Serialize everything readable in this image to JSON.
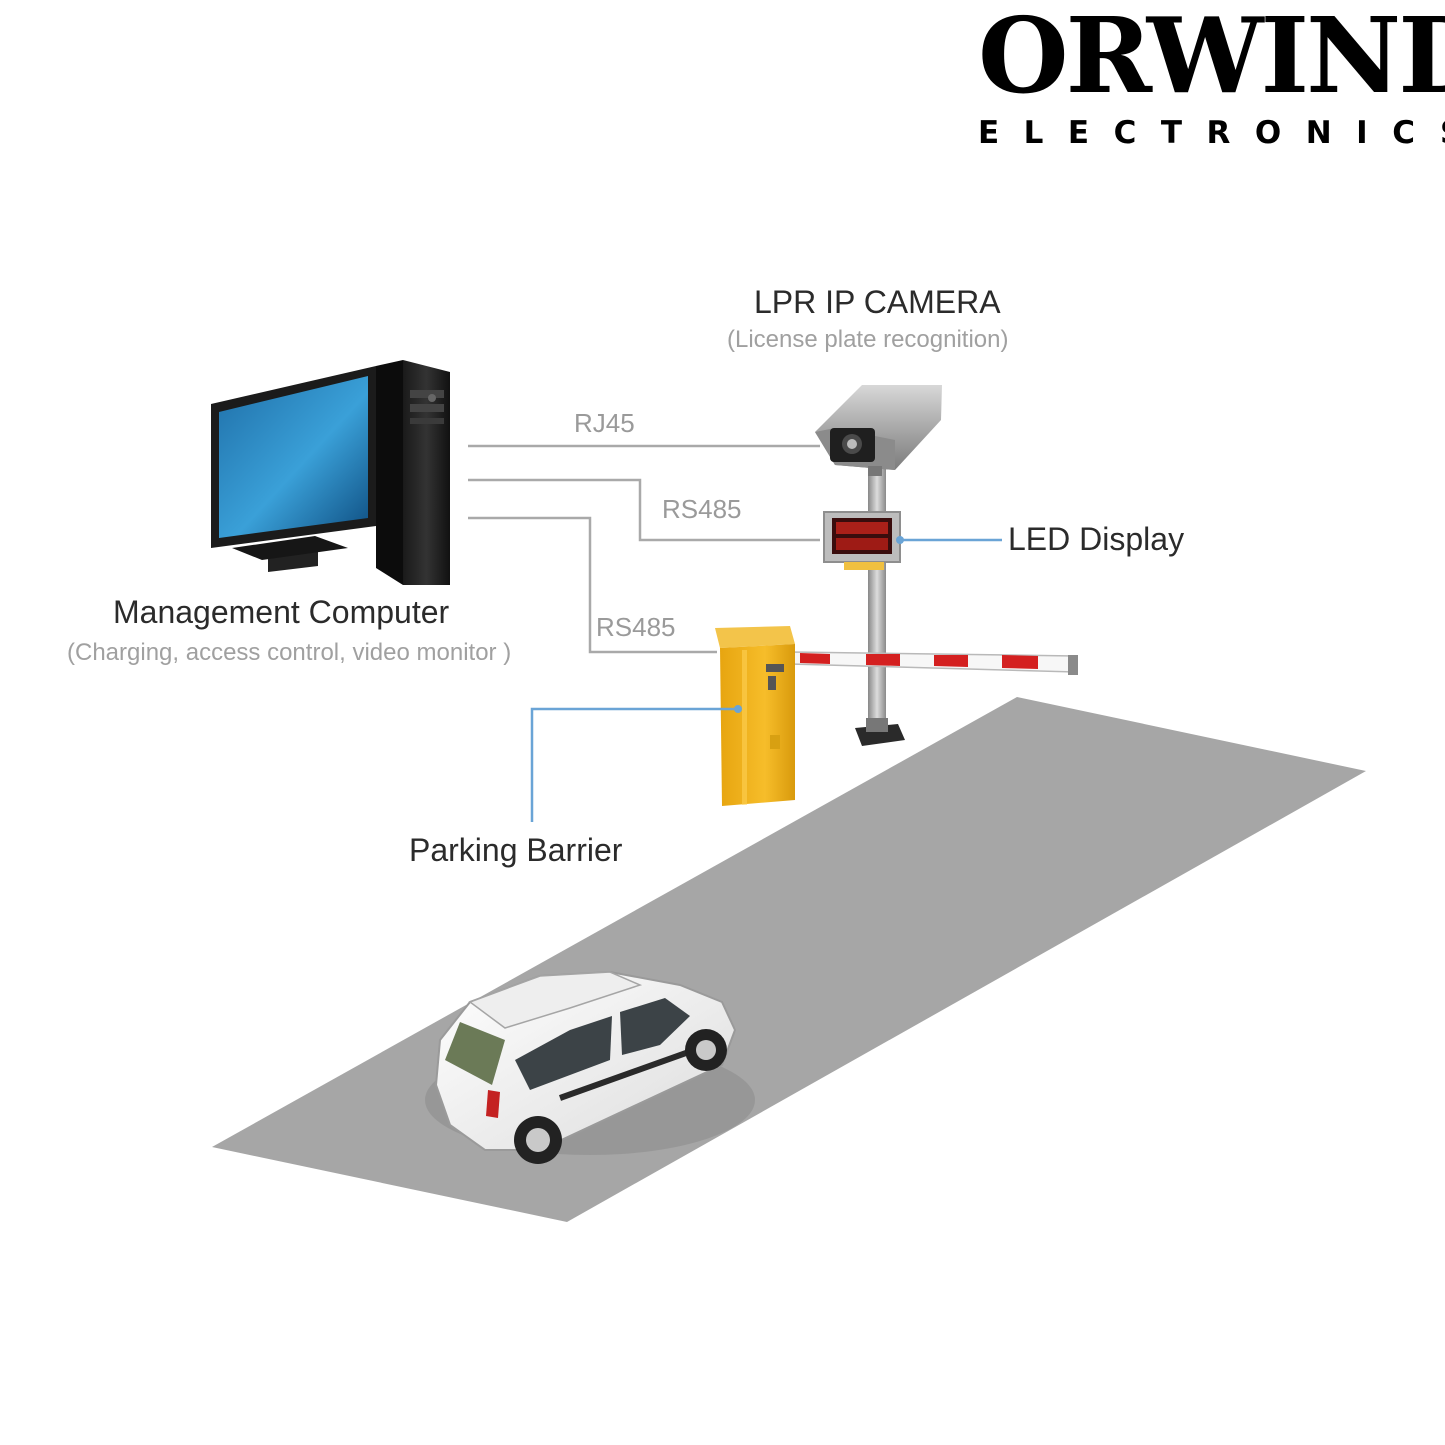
{
  "brand": {
    "name": "ORWIND",
    "tagline": "ELECTRONICS"
  },
  "labels": {
    "camera_title": "LPR IP CAMERA",
    "camera_subtitle": "(License plate recognition)",
    "computer_title": "Management Computer",
    "computer_subtitle": "(Charging, access control, video monitor )",
    "led_display": "LED Display",
    "parking_barrier": "Parking Barrier"
  },
  "connections": [
    {
      "label": "RJ45",
      "from": "Management Computer",
      "to": "LPR IP CAMERA"
    },
    {
      "label": "RS485",
      "from": "Management Computer",
      "to": "LED Display"
    },
    {
      "label": "RS485",
      "from": "Management Computer",
      "to": "Parking Barrier"
    }
  ],
  "colors": {
    "wire": "#a9a9a9",
    "callout": "#6aa4d6",
    "road": "#a6a6a6",
    "barrier_body": "#f2b31d",
    "boom_stripe": "#d42020"
  }
}
